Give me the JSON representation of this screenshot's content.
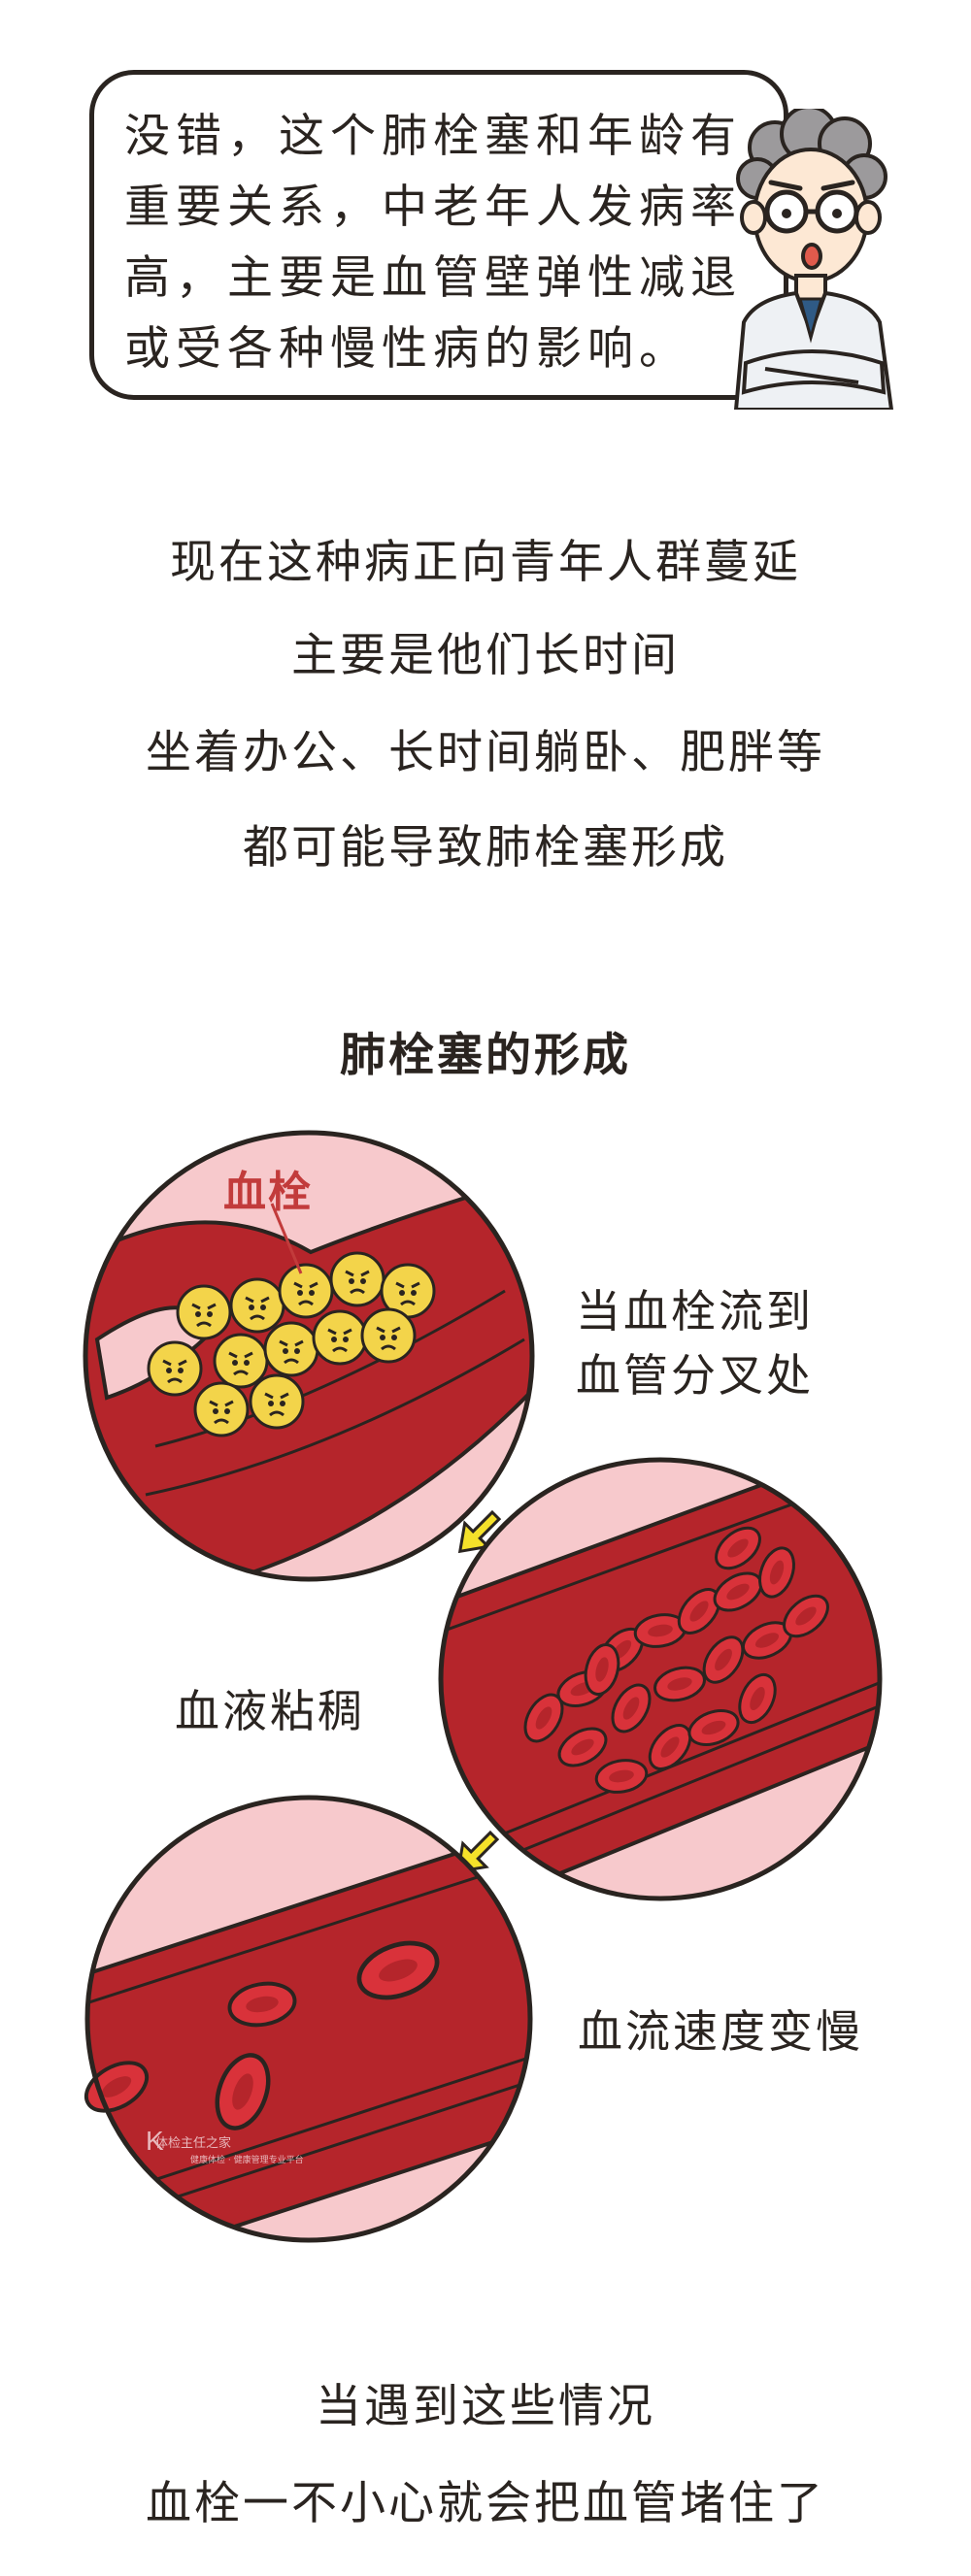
{
  "bubble": {
    "text": "没错，这个肺栓塞和年龄有\n重要关系，中老年人发病率\n高，主要是血管壁弹性减退\n或受各种慢性病的影响。"
  },
  "intro": {
    "line1": "现在这种病正向青年人群蔓延",
    "line2": "主要是他们长时间",
    "line3": "坐着办公、长时间躺卧、肥胖等",
    "line4": "都可能导致肺栓塞形成"
  },
  "section": {
    "title": "肺栓塞的形成"
  },
  "stages": {
    "thrombus_label": "血栓",
    "stage1": "当血栓流到\n血管分叉处",
    "stage2": "血液粘稠",
    "stage3": "血流速度变慢"
  },
  "watermark": {
    "text": "体检主任之家",
    "sub": "健康体检 · 健康管理专业平台"
  },
  "outro": {
    "line1": "当遇到这些情况",
    "line2": "血栓一不小心就会把血管堵住了"
  },
  "colors": {
    "outline": "#2a2420",
    "vessel_red": "#b5252b",
    "tissue_pink": "#f7c9cc",
    "clot_yellow": "#f3d44a",
    "arrow_yellow": "#f5e12a",
    "thrombus_label": "#c23b3b"
  }
}
